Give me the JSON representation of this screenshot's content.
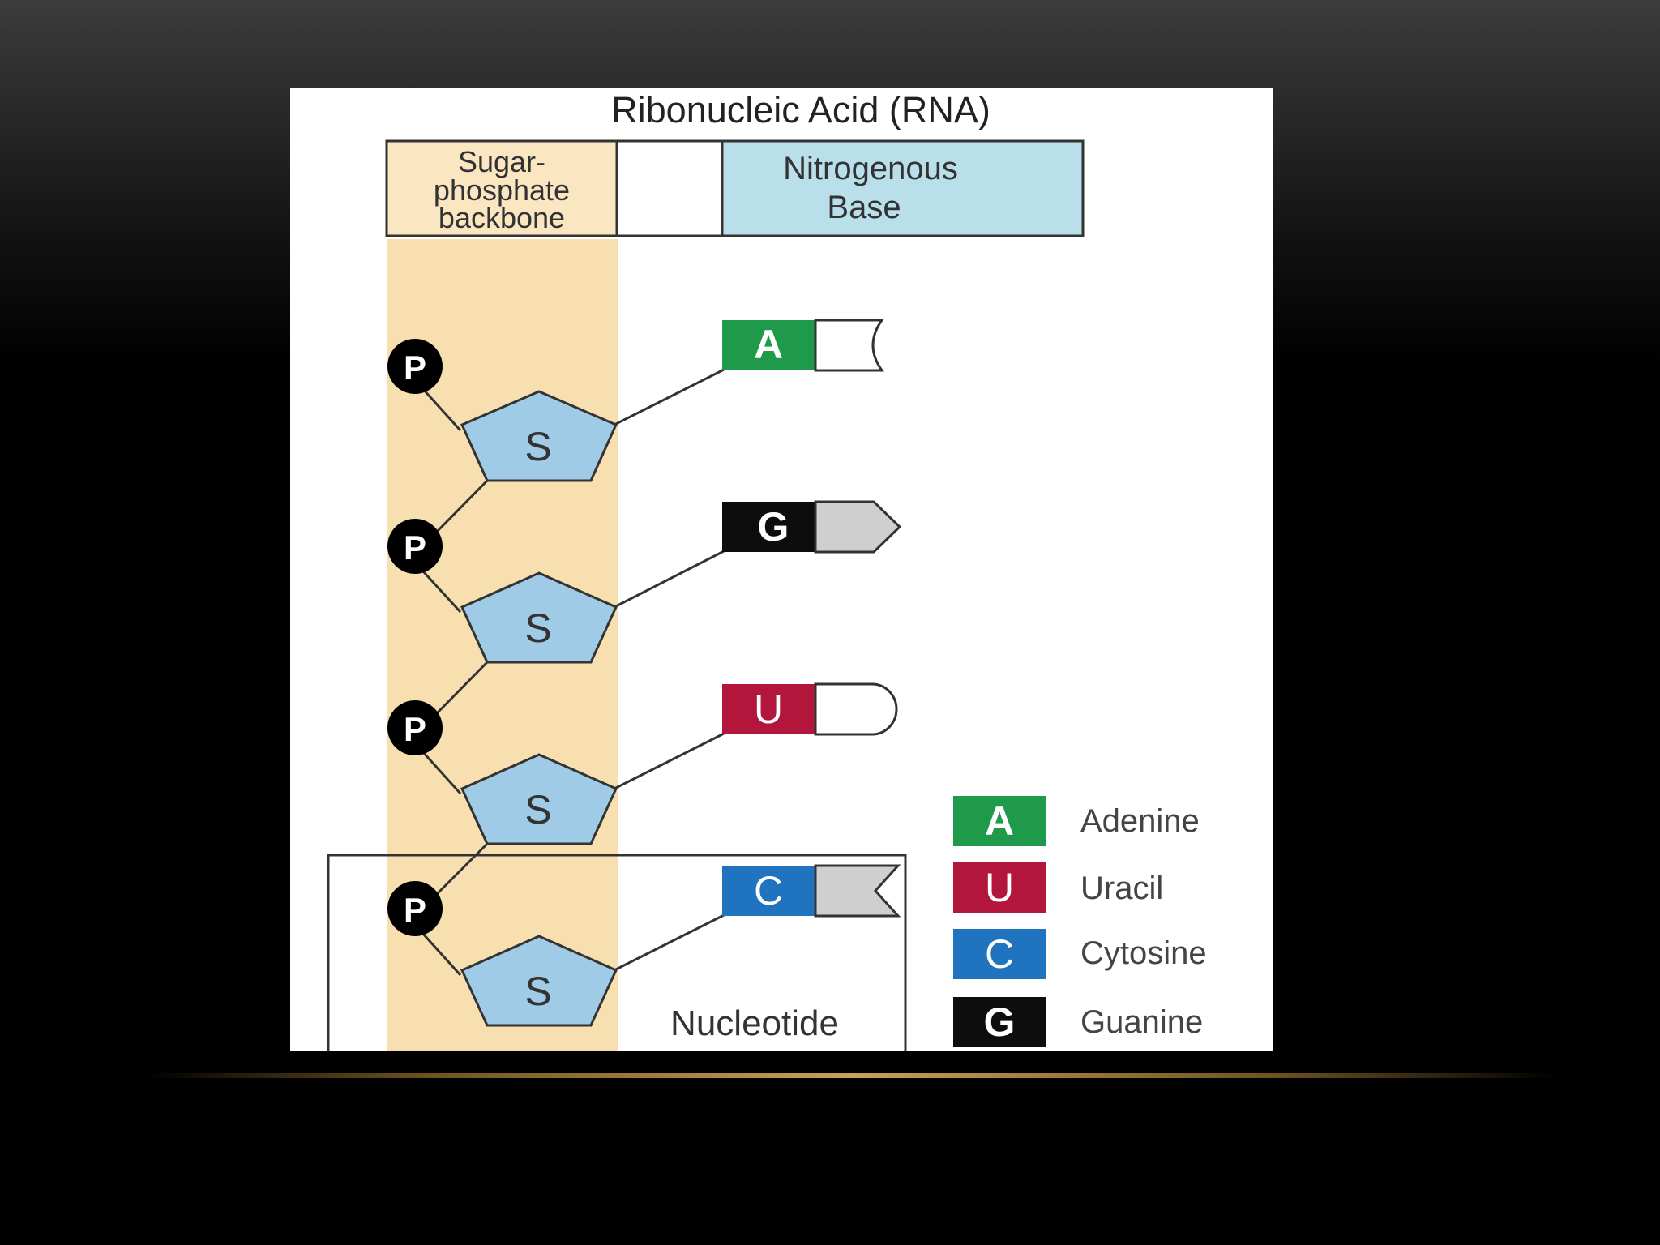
{
  "title": "Ribonucleic Acid (RNA)",
  "header": {
    "backbone_label_lines": [
      "Sugar-",
      "phosphate",
      "backbone"
    ],
    "base_label_lines": [
      "Nitrogenous",
      "Base"
    ]
  },
  "colors": {
    "backbone_band": "#f7dfb0",
    "header_backbone_bg": "#fbe6c2",
    "header_base_bg": "#b8dfea",
    "sugar_fill": "#9fcbe6",
    "phosphate_fill": "#000000",
    "adenine": "#1f9a4b",
    "uracil": "#b3163b",
    "cytosine": "#1f73bf",
    "guanine": "#0d0d0d",
    "base_tail_grey": "#cfcfcf",
    "gold_line": "#caa15a"
  },
  "nucleotides": [
    {
      "phosphate": "P",
      "sugar": "S",
      "base": "A",
      "base_color": "#1f9a4b",
      "tail": "white",
      "tail_shape": "notch-curve"
    },
    {
      "phosphate": "P",
      "sugar": "S",
      "base": "G",
      "base_color": "#0d0d0d",
      "tail": "grey",
      "tail_shape": "point"
    },
    {
      "phosphate": "P",
      "sugar": "S",
      "base": "U",
      "base_color": "#b3163b",
      "tail": "white",
      "tail_shape": "round"
    },
    {
      "phosphate": "P",
      "sugar": "S",
      "base": "C",
      "base_color": "#1f73bf",
      "tail": "grey",
      "tail_shape": "notch"
    }
  ],
  "nucleotide_box_label": "Nucleotide",
  "legend": [
    {
      "letter": "A",
      "name": "Adenine",
      "color": "#1f9a4b"
    },
    {
      "letter": "U",
      "name": "Uracil",
      "color": "#b3163b"
    },
    {
      "letter": "C",
      "name": "Cytosine",
      "color": "#1f73bf"
    },
    {
      "letter": "G",
      "name": "Guanine",
      "color": "#0d0d0d"
    }
  ]
}
